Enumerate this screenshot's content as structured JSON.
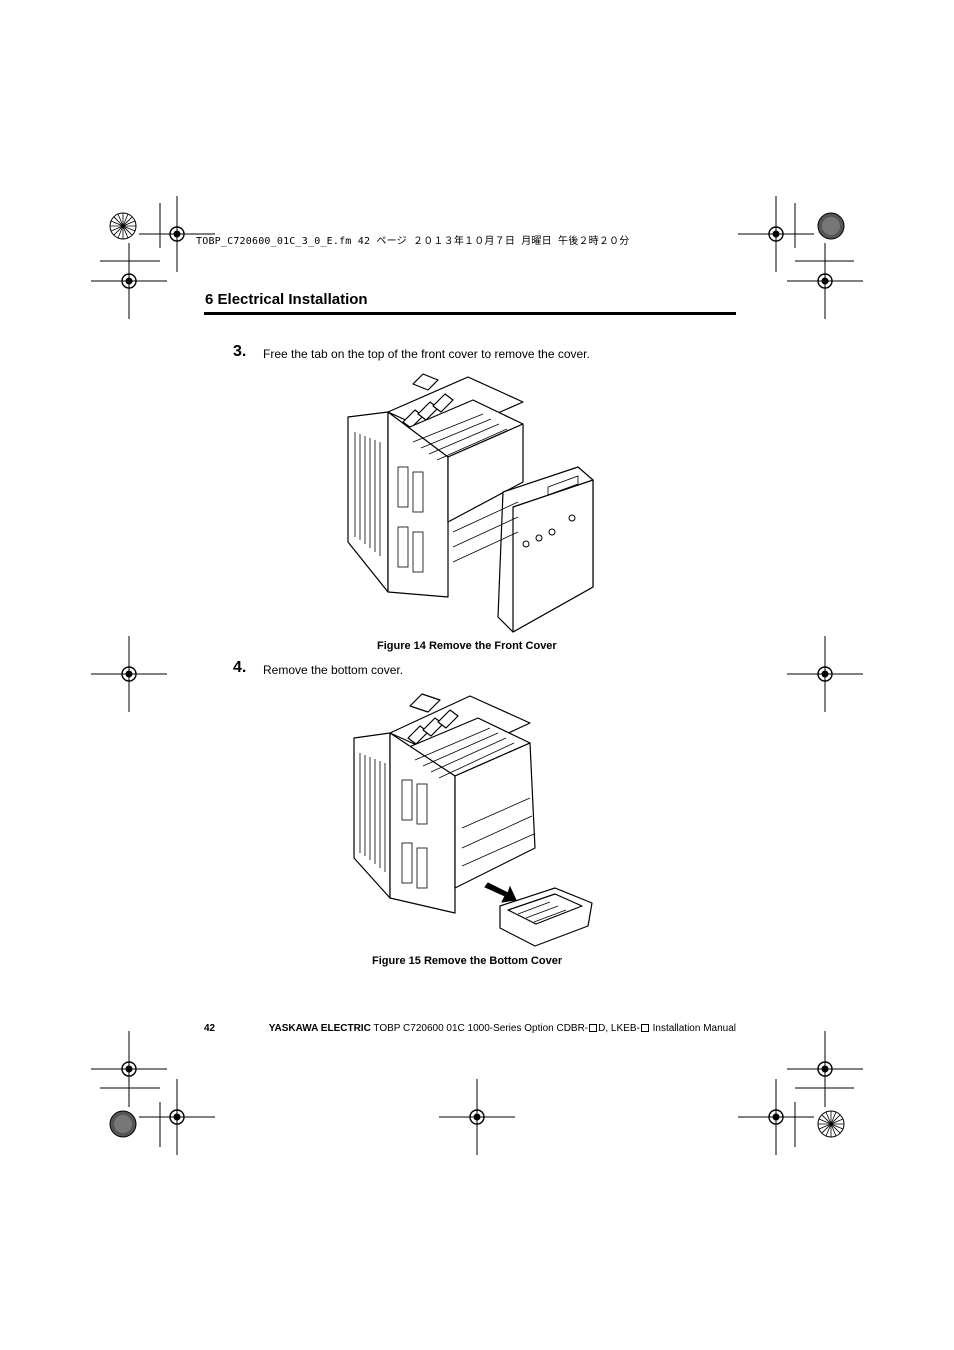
{
  "print_header": "TOBP_C720600_01C_3_0_E.fm  42 ページ  ２０１３年１０月７日  月曜日  午後２時２０分",
  "section": {
    "number": "6",
    "title": "Electrical Installation"
  },
  "steps": [
    {
      "number": "3.",
      "text": "Free the tab on the top of the front cover to remove the cover."
    },
    {
      "number": "4.",
      "text": "Remove the bottom cover."
    }
  ],
  "figures": [
    {
      "caption": "Figure 14  Remove the Front Cover"
    },
    {
      "caption": "Figure 15  Remove the Bottom Cover"
    }
  ],
  "footer": {
    "page_number": "42",
    "brand": "YASKAWA ELECTRIC",
    "doc_part1": " TOBP C720600 01C 1000-Series Option CDBR-",
    "doc_part2": "D, LKEB-",
    "doc_part3": " Installation Manual"
  }
}
